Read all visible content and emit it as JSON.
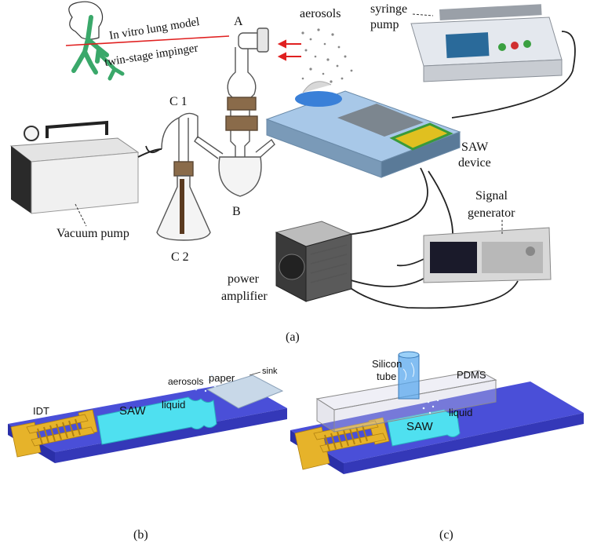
{
  "panel_a": {
    "label": "(a)",
    "lung_model": "In vitro lung model",
    "impinger": "twin-stage impinger",
    "stage_a": "A",
    "stage_b": "B",
    "c1": "C 1",
    "c2": "C 2",
    "aerosols": "aerosols",
    "syringe_pump_l1": "syringe",
    "syringe_pump_l2": "pump",
    "saw_device_l1": "SAW",
    "saw_device_l2": "device",
    "signal_gen_l1": "Signal",
    "signal_gen_l2": "generator",
    "vacuum_pump": "Vacuum pump",
    "power_amp_l1": "power",
    "power_amp_l2": "amplifier"
  },
  "panel_b": {
    "label": "(b)",
    "idt": "IDT",
    "saw": "SAW",
    "liquid": "liquid",
    "aerosols": "aerosols",
    "paper": "paper",
    "sink": "sink"
  },
  "panel_c": {
    "label": "(c)",
    "silicon_l1": "Silicon",
    "silicon_l2": "tube",
    "pdms": "PDMS",
    "saw": "SAW",
    "liquid": "liquid"
  },
  "colors": {
    "substrate": "#4a4fd8",
    "substrate_side": "#2a2fa8",
    "electrode": "#e6b32a",
    "saw_liquid": "#4fe0f0",
    "arrow": "#e02020",
    "lung": "#3aa86a"
  }
}
